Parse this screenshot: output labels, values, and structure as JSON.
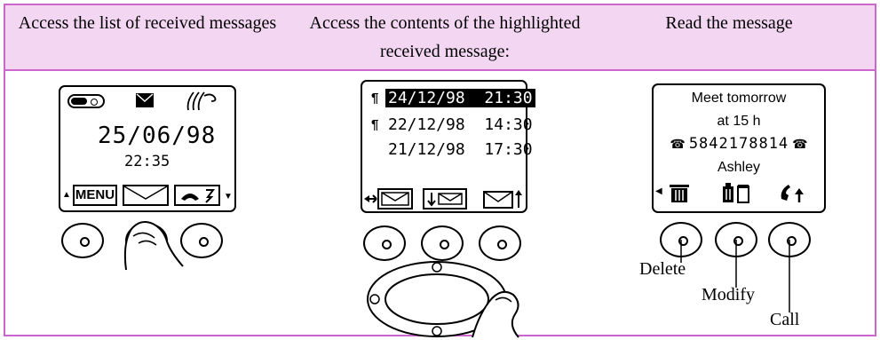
{
  "header": {
    "step1": "Access the list of received messages",
    "step2": "Access the contents of the highlighted received message:",
    "step3": "Read the message"
  },
  "panel1": {
    "date": "25/06/98",
    "time": "22:35",
    "menu_label": "MENU",
    "icons": [
      "battery-icon",
      "envelope-icon",
      "signal-icon",
      "envelope-outline-icon",
      "phone-icon"
    ]
  },
  "panel2": {
    "rows": [
      {
        "marker": "¶",
        "date": "24/12/98",
        "time": "21:30",
        "highlighted": true
      },
      {
        "marker": "¶",
        "date": "22/12/98",
        "time": "14:30",
        "highlighted": false
      },
      {
        "marker": "",
        "date": "21/12/98",
        "time": "17:30",
        "highlighted": false
      }
    ],
    "icons": [
      "envelope-left-icon",
      "envelope-down-icon",
      "envelope-up-icon",
      "navigation-ring-icon"
    ]
  },
  "panel3": {
    "line1": "Meet tomorrow",
    "line2": "at 15 h",
    "phone": "5842178814",
    "name": "Ashley",
    "callouts": {
      "delete": "Delete",
      "modify": "Modify",
      "call": "Call"
    },
    "icons": [
      "trash-icon",
      "modify-icon",
      "call-icon"
    ]
  }
}
